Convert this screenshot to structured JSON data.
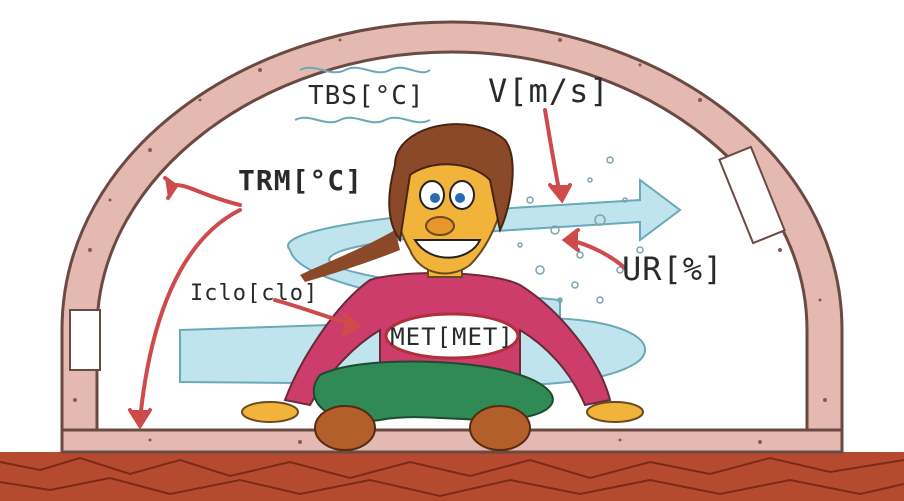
{
  "labels": {
    "tbs": "TBS[°C]",
    "trm": "TRM[°C]",
    "v": "V[m/s]",
    "ur": "UR[%]",
    "iclo": "Iclo[clo]",
    "met": "MET[MET]"
  },
  "colors": {
    "dome_wall": "#e4b9b1",
    "dome_outline": "#6b4a44",
    "ground": "#b64a2e",
    "arrow_red": "#cf4b4b",
    "air_flow": "#bfe4ee",
    "shirt": "#cc3d6b",
    "pants": "#2f8a55",
    "skin": "#f2b33a",
    "hair": "#8a4a2a",
    "shoes": "#b35f2c"
  }
}
